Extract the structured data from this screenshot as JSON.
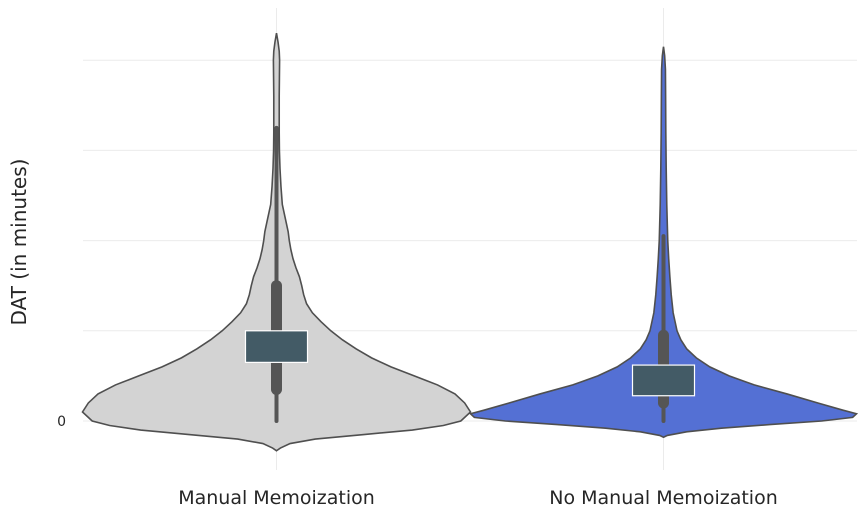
{
  "chart_data": {
    "type": "violin",
    "title": "",
    "xlabel": "",
    "ylabel": "DAT (in minutes)",
    "y_tick_labels": [
      "0"
    ],
    "y_ticks": [
      0
    ],
    "ylim": [
      -0.35,
      4.5
    ],
    "grid": true,
    "categories": [
      "Manual Memoization",
      "No Manual Memoization"
    ],
    "colors": {
      "Manual Memoization": "#d3d3d3",
      "No Manual Memoization": "#5470d4",
      "median_box": "#435b66"
    },
    "series": [
      {
        "category": "Manual Memoization",
        "whisker": [
          0,
          3.25
        ],
        "q1": 0.35,
        "q3": 1.5,
        "median_box": [
          0.65,
          1.0
        ],
        "density": [
          [
            -0.33,
            0.0
          ],
          [
            -0.3,
            0.02
          ],
          [
            -0.25,
            0.07
          ],
          [
            -0.2,
            0.2
          ],
          [
            -0.15,
            0.45
          ],
          [
            -0.1,
            0.7
          ],
          [
            -0.05,
            0.86
          ],
          [
            0.0,
            0.95
          ],
          [
            0.1,
            1.0
          ],
          [
            0.2,
            0.97
          ],
          [
            0.3,
            0.92
          ],
          [
            0.4,
            0.83
          ],
          [
            0.5,
            0.71
          ],
          [
            0.6,
            0.59
          ],
          [
            0.7,
            0.49
          ],
          [
            0.8,
            0.41
          ],
          [
            0.9,
            0.34
          ],
          [
            1.0,
            0.28
          ],
          [
            1.1,
            0.23
          ],
          [
            1.2,
            0.185
          ],
          [
            1.3,
            0.155
          ],
          [
            1.4,
            0.14
          ],
          [
            1.5,
            0.13
          ],
          [
            1.6,
            0.118
          ],
          [
            1.7,
            0.1
          ],
          [
            1.8,
            0.085
          ],
          [
            1.9,
            0.074
          ],
          [
            2.0,
            0.066
          ],
          [
            2.1,
            0.06
          ],
          [
            2.2,
            0.05
          ],
          [
            2.3,
            0.04
          ],
          [
            2.4,
            0.03
          ],
          [
            2.6,
            0.023
          ],
          [
            2.8,
            0.018
          ],
          [
            3.0,
            0.015
          ],
          [
            3.2,
            0.014
          ],
          [
            3.4,
            0.014
          ],
          [
            3.6,
            0.014
          ],
          [
            3.8,
            0.015
          ],
          [
            4.0,
            0.016
          ],
          [
            4.1,
            0.014
          ],
          [
            4.2,
            0.008
          ],
          [
            4.3,
            0.0
          ]
        ]
      },
      {
        "category": "No Manual Memoization",
        "whisker": [
          0,
          2.05
        ],
        "q1": 0.2,
        "q3": 0.95,
        "median_box": [
          0.28,
          0.62
        ],
        "density": [
          [
            -0.18,
            0.0
          ],
          [
            -0.16,
            0.02
          ],
          [
            -0.12,
            0.12
          ],
          [
            -0.08,
            0.3
          ],
          [
            -0.04,
            0.55
          ],
          [
            0.0,
            0.82
          ],
          [
            0.04,
            0.98
          ],
          [
            0.08,
            1.0
          ],
          [
            0.12,
            0.93
          ],
          [
            0.2,
            0.8
          ],
          [
            0.3,
            0.64
          ],
          [
            0.4,
            0.47
          ],
          [
            0.5,
            0.34
          ],
          [
            0.6,
            0.24
          ],
          [
            0.7,
            0.17
          ],
          [
            0.8,
            0.12
          ],
          [
            0.9,
            0.09
          ],
          [
            1.0,
            0.07
          ],
          [
            1.2,
            0.05
          ],
          [
            1.4,
            0.04
          ],
          [
            1.6,
            0.033
          ],
          [
            1.8,
            0.027
          ],
          [
            2.0,
            0.022
          ],
          [
            2.4,
            0.017
          ],
          [
            2.8,
            0.014
          ],
          [
            3.2,
            0.012
          ],
          [
            3.6,
            0.011
          ],
          [
            3.9,
            0.01
          ],
          [
            4.05,
            0.006
          ],
          [
            4.15,
            0.0
          ]
        ]
      }
    ]
  }
}
